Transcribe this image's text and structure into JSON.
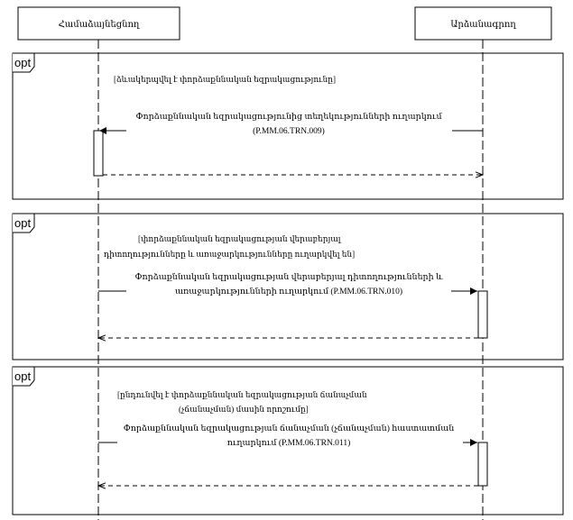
{
  "participants": [
    {
      "id": "left",
      "label": "Համաձայնեցնող"
    },
    {
      "id": "right",
      "label": "Արձանագրող"
    }
  ],
  "fragments": [
    {
      "operator": "opt",
      "guard": "[ձևակերպվել է փորձաքննական եզրակացությունը]",
      "message_lines": [
        "Փորձաքննական եզրակացությունից տեղեկությունների ուղարկում",
        "(P.MM.06.TRN.009)"
      ],
      "direction": "right-to-left"
    },
    {
      "operator": "opt",
      "guard_lines": [
        "[փորձաքննական եզրակացության վերաբերյալ",
        "դիտողությունները և առաջարկությունները ուղարկվել են]"
      ],
      "message_lines": [
        "Փորձաքննական եզրակացության վերաբերյալ դիտողությունների և",
        "առաջարկությունների ուղարկում (P.MM.06.TRN.010)"
      ],
      "direction": "left-to-right"
    },
    {
      "operator": "opt",
      "guard_lines": [
        "[ընդունվել է փորձաքննական եզրակացության ճանաչման",
        "(չճանաչման) մասին որոշումը]"
      ],
      "message_lines": [
        "Փորձաքննական եզրակացության ճանաչման (չճանաչման) հաստատման",
        "ուղարկում (P.MM.06.TRN.011)"
      ],
      "direction": "left-to-right"
    }
  ]
}
